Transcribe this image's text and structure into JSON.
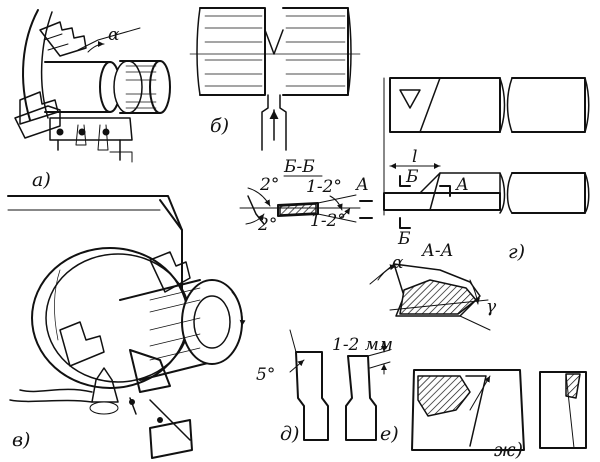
{
  "labels": {
    "a": "а)",
    "b": "б)",
    "v": "в)",
    "g": "г)",
    "d": "д)",
    "e": "е)",
    "zh": "ж)"
  },
  "annotations": {
    "alpha_a": "α",
    "section_bb": "Б-Б",
    "angle_2deg_top": "2°",
    "angle_2deg_bottom": "2°",
    "angle_1_2_top": "1-2°",
    "angle_1_2_bottom": "1-2°",
    "letter_A_left": "А",
    "letter_A_right": "А",
    "letter_B_top": "Б",
    "letter_B_bottom": "Б",
    "dim_l": "l",
    "section_aa": "А-А",
    "alpha_aa": "α",
    "gamma_aa": "γ",
    "angle_5deg": "5°",
    "dim_1_2mm": "1-2 мм"
  }
}
